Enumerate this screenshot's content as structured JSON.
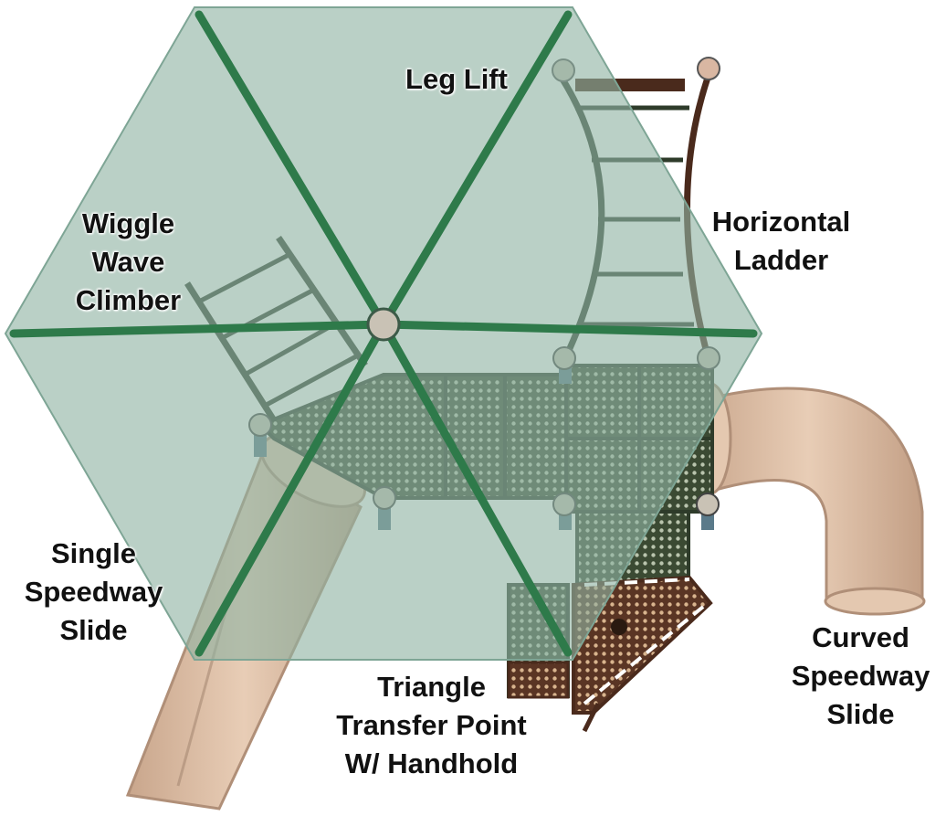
{
  "colors": {
    "canopy_fill": "#8fb3a3",
    "canopy_beam": "#2e7a4a",
    "frame": "#2e3b2a",
    "deck": "#3b4a33",
    "slide": "#d8b9a0",
    "slide_shadow": "#b89880",
    "transfer": "#5a3524",
    "post_cap": "#c9c2b5",
    "label_text": "#111111"
  },
  "labels": {
    "leg_lift": [
      "Leg Lift"
    ],
    "horizontal_ladder": [
      "Horizontal",
      "Ladder"
    ],
    "wiggle_wave_climber": [
      "Wiggle",
      "Wave",
      "Climber"
    ],
    "single_speedway_slide": [
      "Single",
      "Speedway",
      "Slide"
    ],
    "curved_speedway_slide": [
      "Curved",
      "Speedway",
      "Slide"
    ],
    "triangle_transfer_point": [
      "Triangle",
      "Transfer Point",
      "W/ Handhold"
    ]
  }
}
